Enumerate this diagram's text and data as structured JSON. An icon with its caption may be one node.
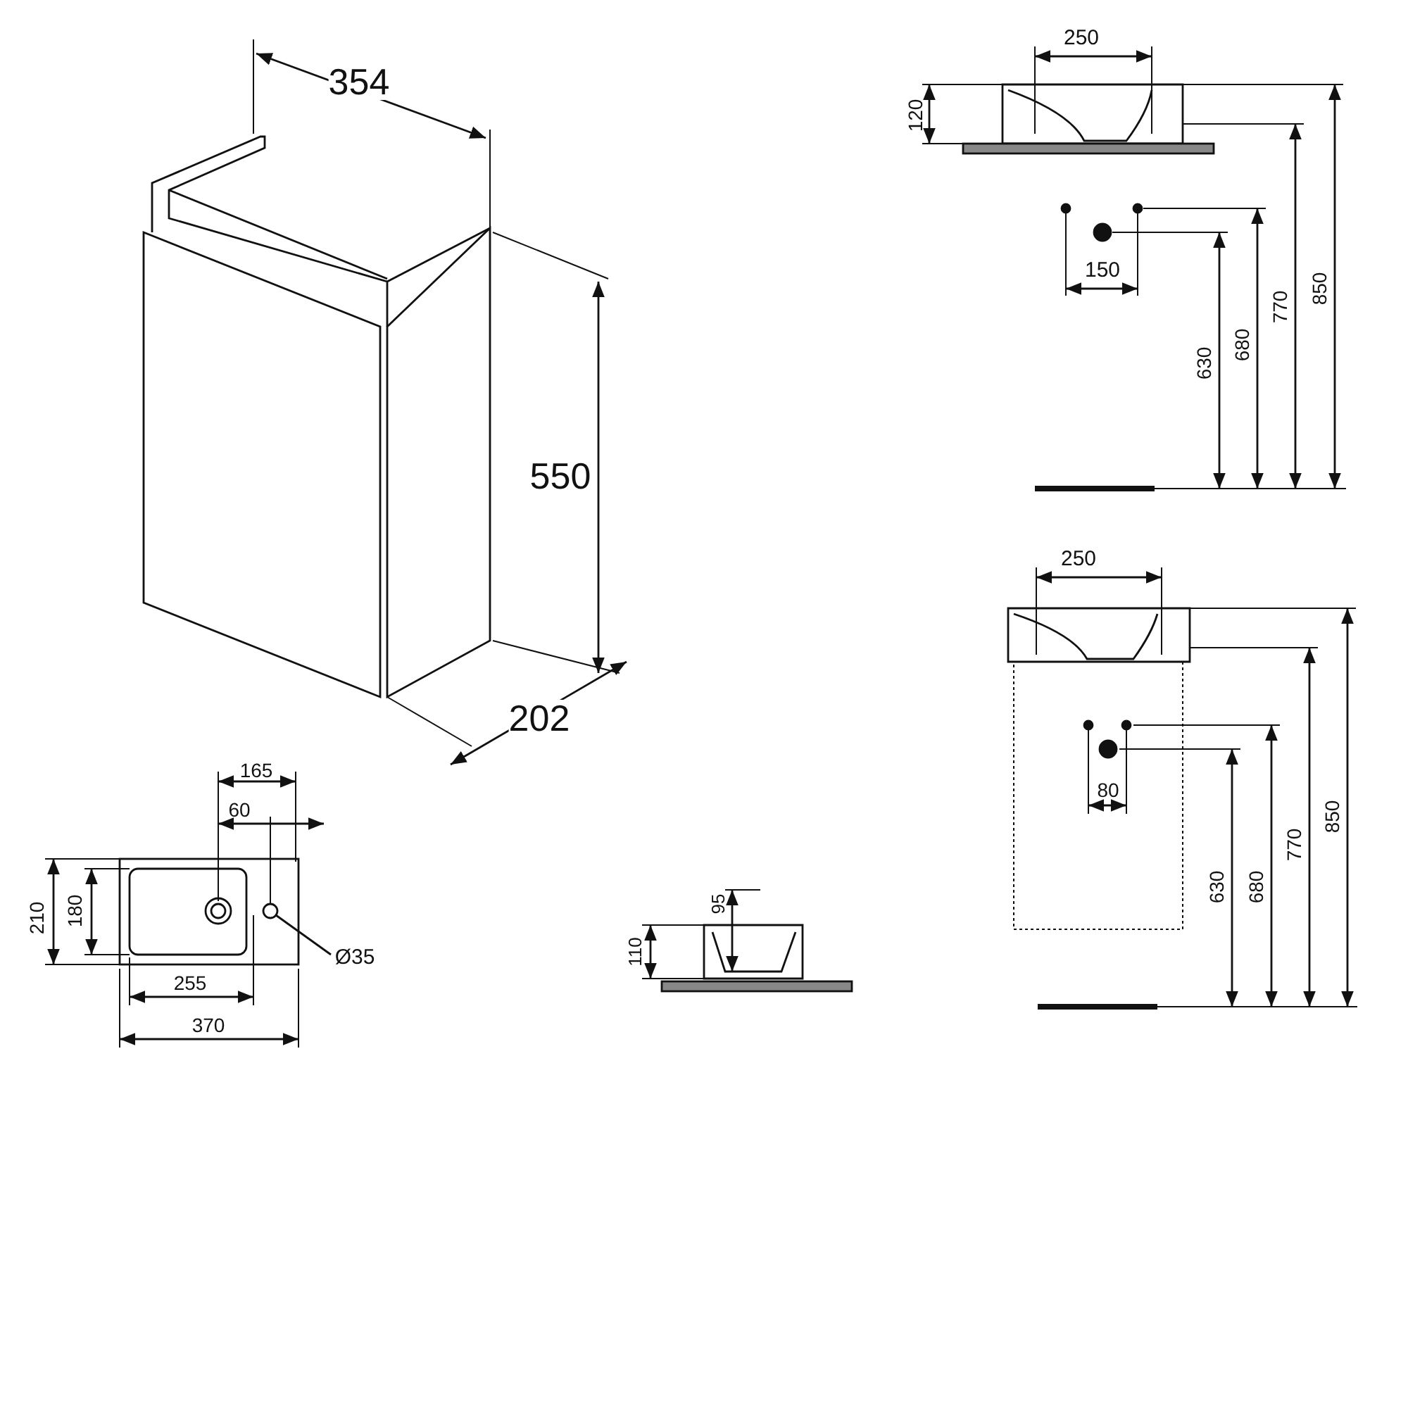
{
  "diagram": {
    "nodes": [
      {
        "text": [
          "Ø35"
        ]
      },
      {
        "text": [],
        "shape": "circle"
      }
    ],
    "edges": [
      {
        "from": 0,
        "to": 1,
        "arrow": "none"
      }
    ],
    "labels": [
      "354",
      "550",
      "202",
      "250",
      "120",
      "150",
      "630",
      "680",
      "770",
      "850",
      "165",
      "60",
      "210",
      "180",
      "255",
      "370",
      "95",
      "110",
      "250",
      "80",
      "630",
      "680",
      "770",
      "850"
    ]
  }
}
